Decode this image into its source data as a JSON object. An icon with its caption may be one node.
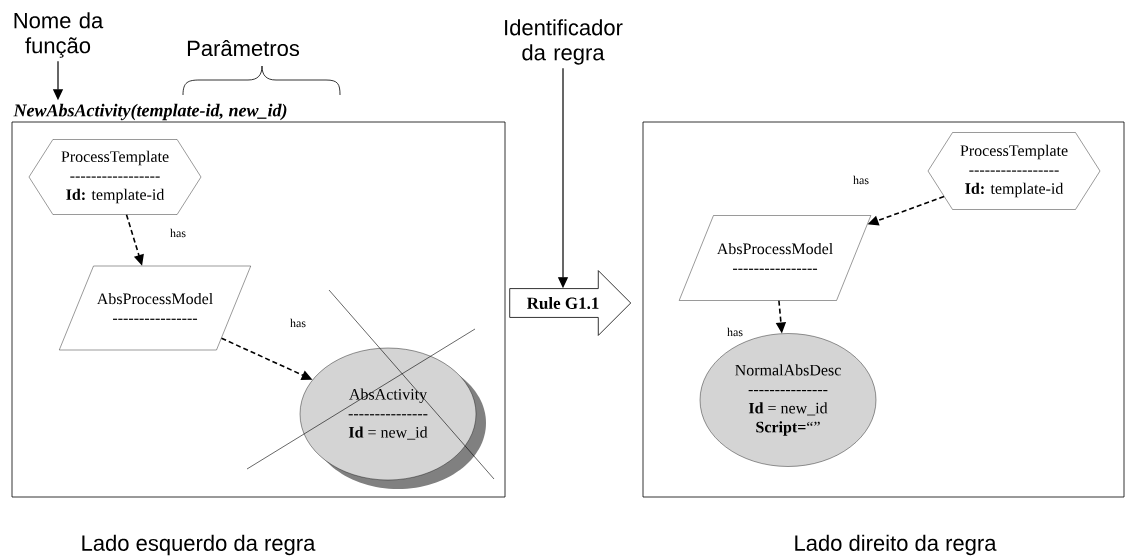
{
  "diagram": {
    "nodes": [
      {
        "text": [
          "Nome da função"
        ]
      },
      {
        "text": [
          "NewAbsActivity(template-id, new_id)"
        ]
      },
      {
        "text": [
          "Identificador da regra"
        ]
      },
      {
        "text": [],
        "shape": "box",
        "beside": [
          "Lado esquerdo da regra"
        ]
      },
      {
        "text": [
          "ProcessTemplate",
          "-----------------",
          "**Id:** template-id"
        ],
        "in": 3
      },
      {
        "text": [
          "AbsProcessModel",
          "----------------"
        ],
        "in": 3
      },
      {
        "text": [
          "AbsActivity",
          "---------------",
          "**Id** = new_id"
        ],
        "in": 3
      },
      {
        "text": [
          "Rule G1.1"
        ]
      },
      {
        "text": [],
        "shape": "box",
        "beside": [
          "Lado direito da regra"
        ]
      },
      {
        "text": [
          "ProcessTemplate",
          "-----------------",
          "**Id:** template-id"
        ],
        "in": 8
      },
      {
        "text": [
          "AbsProcessModel",
          "----------------"
        ],
        "in": 8
      },
      {
        "text": [
          "NormalAbsDesc",
          "---------------",
          "**Id** = new_id",
          "**Script=**“”"
        ],
        "in": 8
      }
    ],
    "edges": [
      {
        "from": 0,
        "to": 1,
        "arrow": "to"
      },
      {
        "from": 2,
        "to": 7,
        "arrow": "to"
      },
      {
        "from": 4,
        "to": 5,
        "arrow": "to",
        "label": "has",
        "style": "dashed"
      },
      {
        "from": 5,
        "to": 6,
        "arrow": "to",
        "label": "has",
        "style": "dashed"
      },
      {
        "from": 9,
        "to": 10,
        "arrow": "to",
        "label": "has",
        "style": "dashed"
      },
      {
        "from": 10,
        "to": 11,
        "arrow": "to",
        "label": "has",
        "style": "dashed"
      }
    ],
    "labels": [
      "Parâmetros"
    ]
  }
}
